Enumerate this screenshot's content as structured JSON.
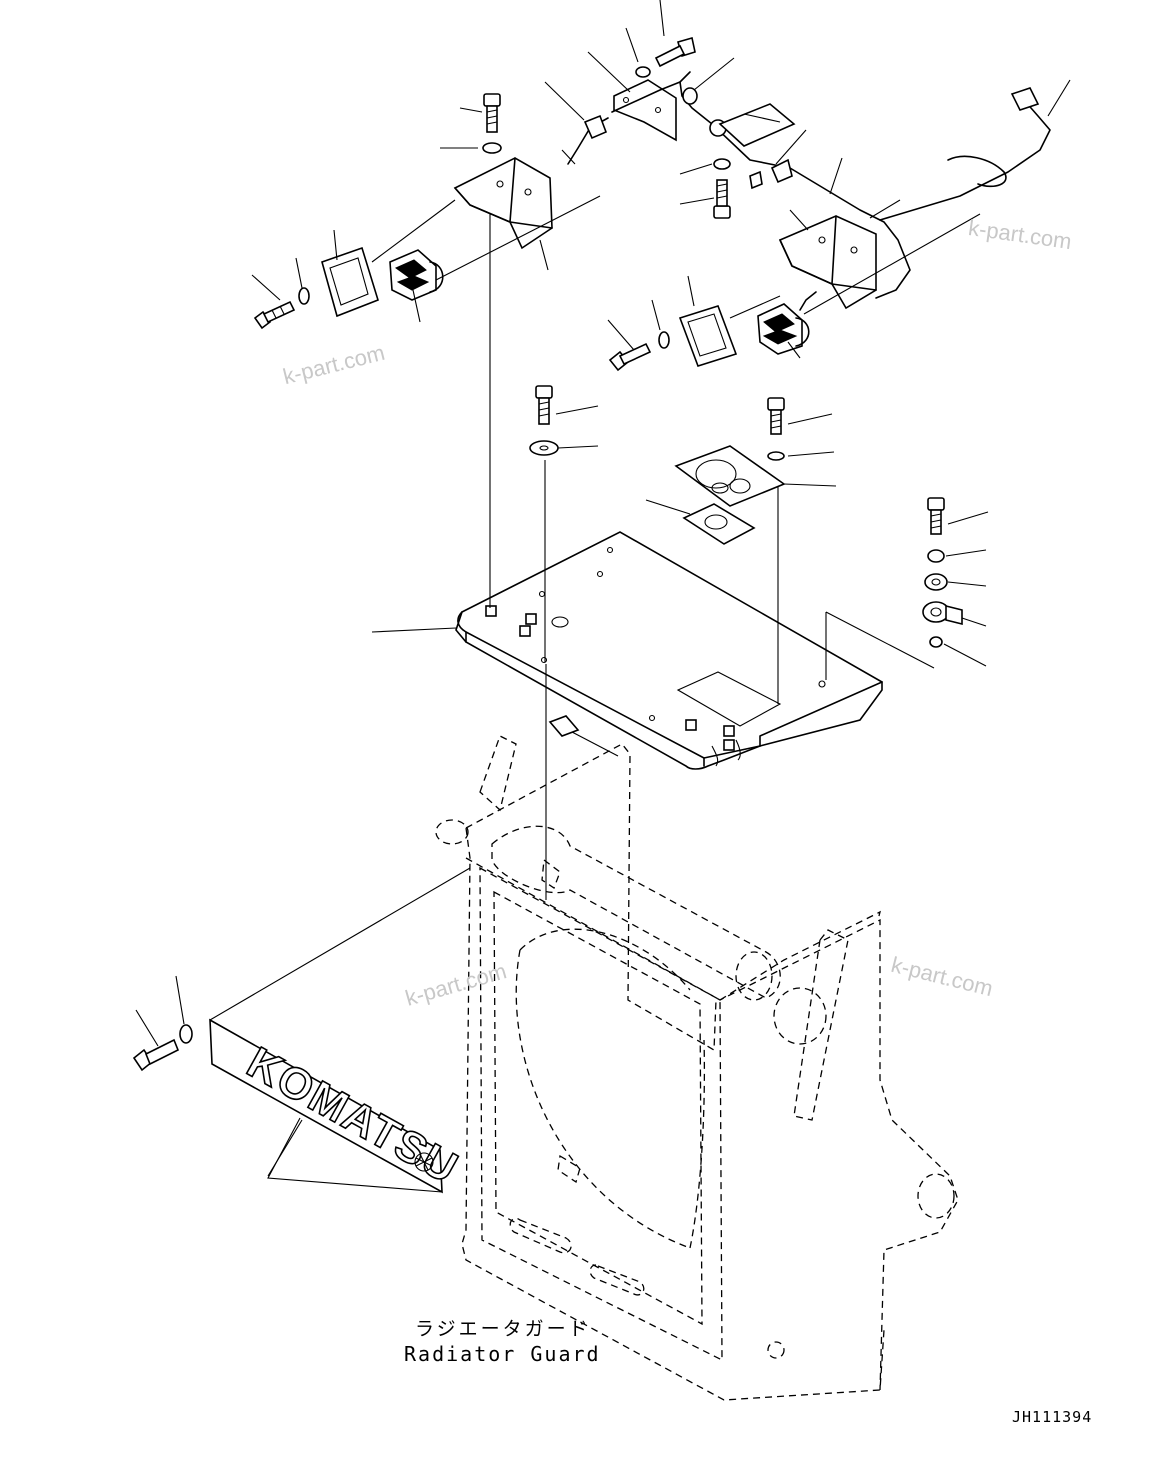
{
  "caption": {
    "japanese": "ラジエータガード",
    "english": "Radiator Guard"
  },
  "drawing_code": "JH111394",
  "nameplate_text": "KOMATSU",
  "watermark": "k-part.com"
}
